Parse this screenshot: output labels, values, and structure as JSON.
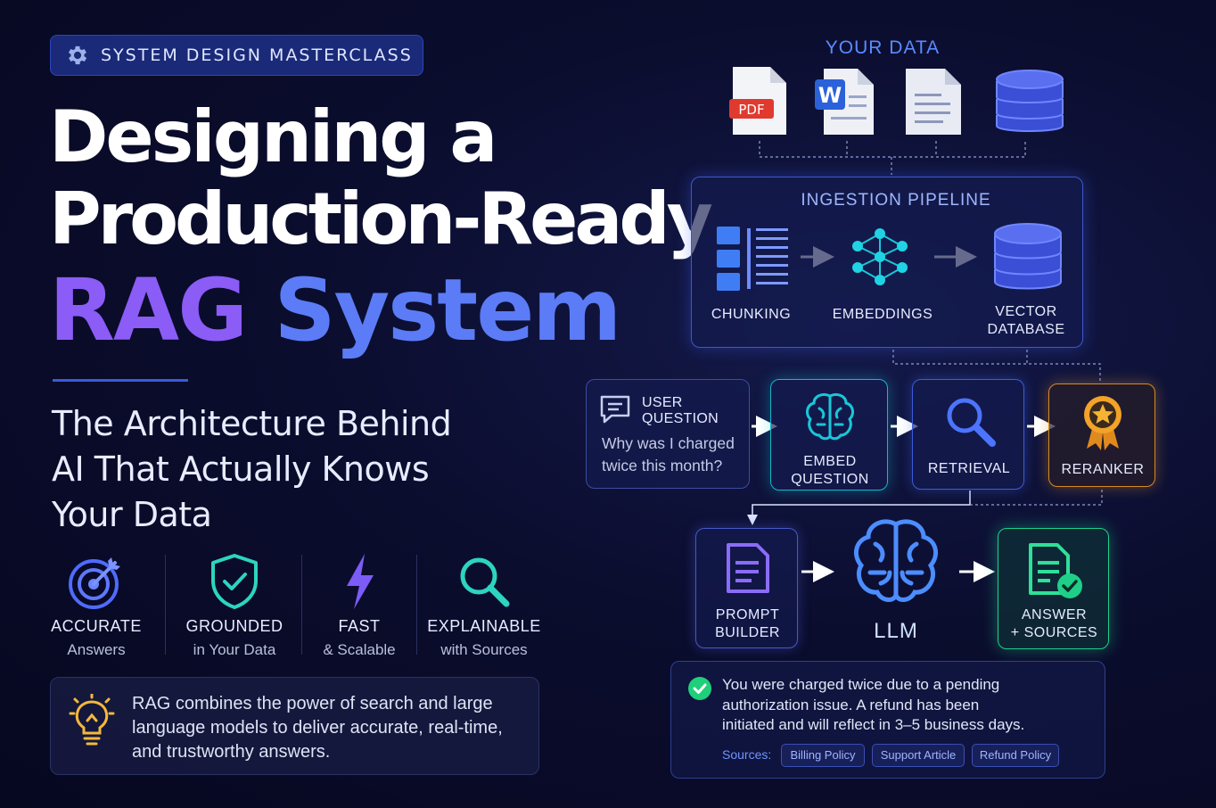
{
  "badge": {
    "label": "SYSTEM DESIGN MASTERCLASS",
    "icon": "gear-icon"
  },
  "title": {
    "line1": "Designing a",
    "line2": "Production-Ready",
    "line3a": "RAG",
    "line3b": "System"
  },
  "subtitle": {
    "line1": "The Architecture Behind",
    "line2": "AI That Actually Knows",
    "line3": "Your Data"
  },
  "features": [
    {
      "title": "ACCURATE",
      "sub": "Answers",
      "icon": "target-icon"
    },
    {
      "title": "GROUNDED",
      "sub": "in Your Data",
      "icon": "shield-check-icon"
    },
    {
      "title": "FAST",
      "sub": "& Scalable",
      "icon": "lightning-icon"
    },
    {
      "title": "EXPLAINABLE",
      "sub": "with Sources",
      "icon": "search-icon"
    }
  ],
  "info": {
    "text": "RAG combines the power of search and large language models to deliver accurate, real-time, and trustworthy answers.",
    "icon": "lightbulb-icon"
  },
  "diagram": {
    "your_data": {
      "label": "YOUR DATA",
      "files": [
        {
          "icon": "pdf-file-icon",
          "tag": "PDF"
        },
        {
          "icon": "word-file-icon",
          "tag": "W"
        },
        {
          "icon": "text-file-icon"
        },
        {
          "icon": "database-icon"
        }
      ]
    },
    "ingestion": {
      "title": "INGESTION PIPELINE",
      "steps": [
        {
          "label": "CHUNKING",
          "icon": "chunks-icon"
        },
        {
          "label": "EMBEDDINGS",
          "icon": "network-icon"
        },
        {
          "label_line1": "VECTOR",
          "label_line2": "DATABASE",
          "icon": "database-icon"
        }
      ]
    },
    "query": {
      "user_question_title": "USER QUESTION",
      "user_question_line1": "Why was I charged",
      "user_question_line2": "twice this month?",
      "embed_line1": "EMBED",
      "embed_line2": "QUESTION",
      "retrieval": "RETRIEVAL",
      "reranker": "RERANKER"
    },
    "generation": {
      "prompt_line1": "PROMPT",
      "prompt_line2": "BUILDER",
      "llm": "LLM",
      "answer_line1": "ANSWER",
      "answer_line2": "+ SOURCES"
    },
    "answer": {
      "line1": "You were charged twice due to a pending",
      "line2": "authorization issue. A refund has been",
      "line3": "initiated and will reflect in 3–5 business days.",
      "sources_label": "Sources:",
      "sources": [
        "Billing Policy",
        "Support Article",
        "Refund Policy"
      ]
    }
  },
  "colors": {
    "background": "#0b0d2e",
    "rag_purple": "#8b5cf6",
    "system_blue": "#5b7cf6",
    "accent_cyan": "#15b6c8",
    "accent_orange": "#d98a22",
    "accent_green": "#1dd08a"
  }
}
